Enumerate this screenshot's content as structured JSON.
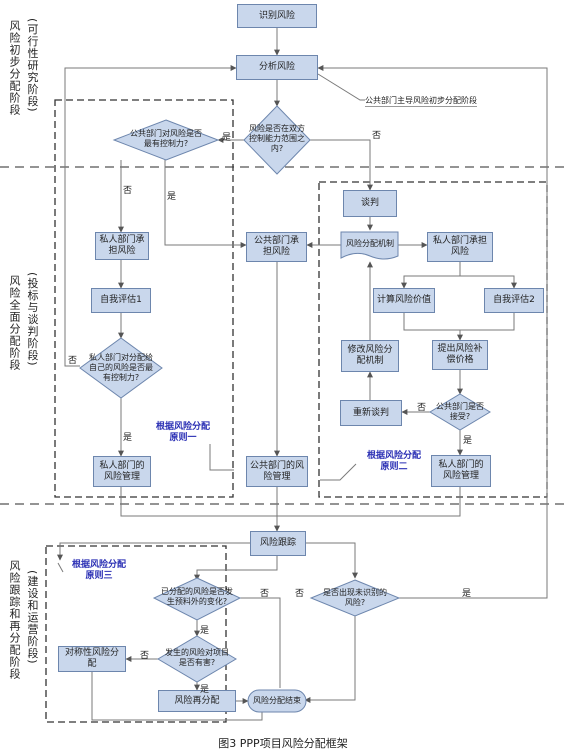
{
  "nodes": {
    "identify": "识别风险",
    "analyze": "分析风险",
    "public_lead_note": "公共部门主导风险初步分配阶段",
    "within_control": "风险是否在双方控制能力范围之内?",
    "public_control_q": "公共部门对风险是否最有控制力?",
    "negotiate": "谈判",
    "private_bear1": "私人部门承担风险",
    "public_bear": "公共部门承担风险",
    "alloc_mechanism": "风险分配机制",
    "private_bear2": "私人部门承担风险",
    "self_eval1": "自我评估1",
    "calc_price": "计算风险价值",
    "self_eval2": "自我评估2",
    "private_control_q": "私人部门对分配给自己的风险是否最有控制力?",
    "modify_mechanism": "修改风险分配机制",
    "propose_price": "提出风险补偿价格",
    "renegotiate": "重新谈判",
    "public_accept_q": "公共部门是否接受?",
    "private_mgmt1": "私人部门的风险管理",
    "public_mgmt": "公共部门的风险管理",
    "private_mgmt2": "私人部门的风险管理",
    "track": "风险跟踪",
    "unforeseen_q": "已分配的风险是否发生预料外的变化?",
    "new_risk_q": "是否出现未识别的风险?",
    "harm_q": "发生的风险对项目是否有害?",
    "symmetric": "对称性风险分配",
    "realloc": "风险再分配",
    "end": "风险分配结束"
  },
  "labels": {
    "yes": "是",
    "no": "否"
  },
  "principles": {
    "p1_line1": "根据风险分配",
    "p1_line2": "原则一",
    "p2_line1": "根据风险分配",
    "p2_line2": "原则二",
    "p3_line1": "根据风险分配",
    "p3_line2": "原则三"
  },
  "phases": {
    "p1_main": "风险初步分配阶段",
    "p1_sub": "(可行性研究阶段)",
    "p2_main": "风险全面分配阶段",
    "p2_sub": "(投标与谈判阶段)",
    "p3_main": "风险跟踪和再分配阶段",
    "p3_sub": "(建设和运营阶段)"
  },
  "caption": "图3 PPP项目风险分配框架",
  "colors": {
    "box_fill": "#c9d7ec",
    "box_border": "#6d86ad",
    "principle_text": "#2a2fb4",
    "line": "#7a7a7a"
  }
}
